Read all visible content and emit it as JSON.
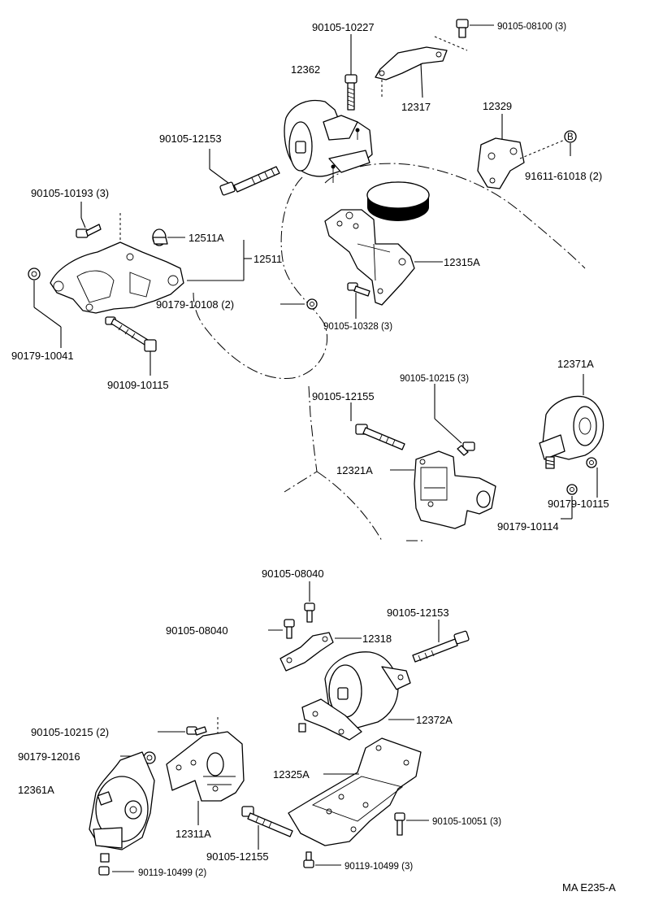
{
  "labels": {
    "p90105_10227": "90105-10227",
    "p90105_08100": "90105-08100 (3)",
    "p12362": "12362",
    "p12317": "12317",
    "p12329": "12329",
    "p90105_12153_top": "90105-12153",
    "pB": "B",
    "p91611_61018": "91611-61018 (2)",
    "p90105_10193": "90105-10193 (3)",
    "p12511A": "12511A",
    "p12511": "12511",
    "p12315A": "12315A",
    "p90179_10108": "90179-10108 (2)",
    "p90105_10328": "90105-10328 (3)",
    "p90179_10041": "90179-10041",
    "p90109_10115": "90109-10115",
    "p90105_10215_3": "90105-10215 (3)",
    "p12371A": "12371A",
    "p90105_12155_mid": "90105-12155",
    "p12321A": "12321A",
    "p90179_10115": "90179-10115",
    "p90179_10114": "90179-10114",
    "p90105_08040_a": "90105-08040",
    "p90105_08040_b": "90105-08040",
    "p90105_12153_low": "90105-12153",
    "p12318": "12318",
    "p12372A": "12372A",
    "p90105_10215_2": "90105-10215 (2)",
    "p90179_12016": "90179-12016",
    "p12325A": "12325A",
    "p12361A": "12361A",
    "p12311A": "12311A",
    "p90105_10051": "90105-10051 (3)",
    "p90105_12155_low": "90105-12155",
    "p90119_10499_2": "90119-10499 (2)",
    "p90119_10499_3": "90119-10499 (3)",
    "code": "MA  E235-A"
  }
}
